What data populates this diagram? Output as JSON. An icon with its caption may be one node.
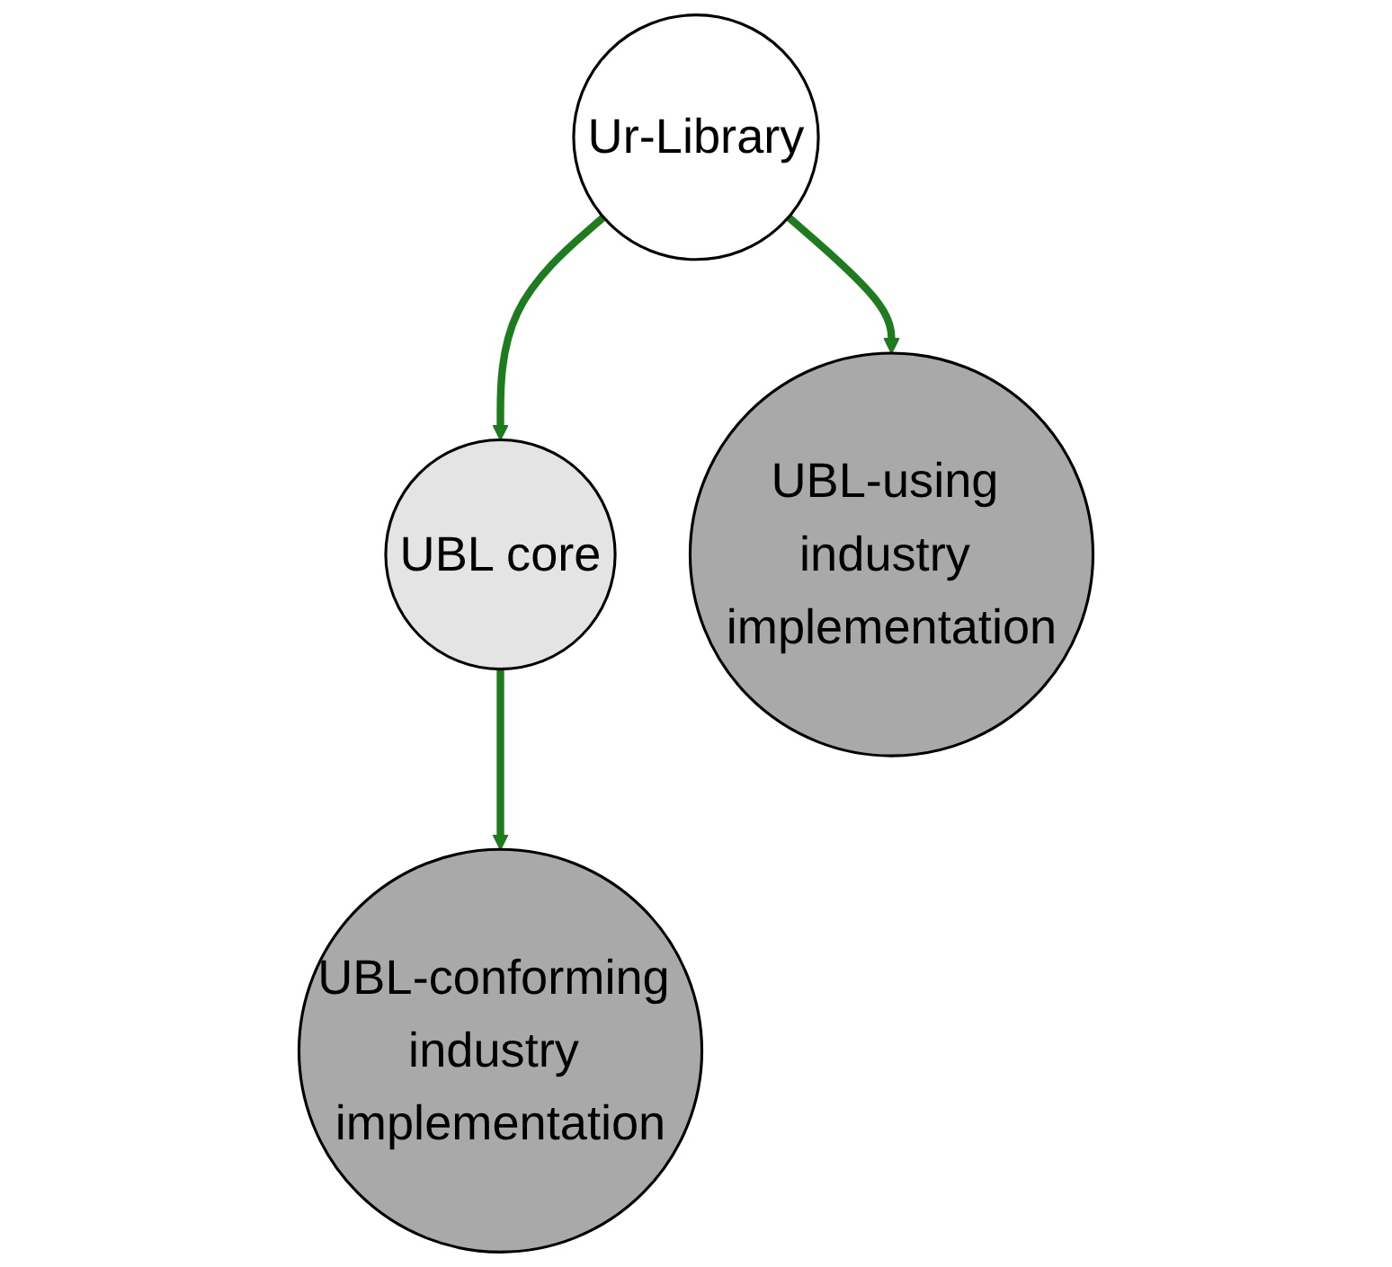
{
  "diagram": {
    "nodes": [
      {
        "text": [
          "Ur-Library"
        ]
      },
      {
        "text": [
          "UBL core"
        ]
      },
      {
        "text": [
          "UBL-using industry implementation"
        ]
      },
      {
        "text": [
          "UBL-conforming industry implementation"
        ]
      }
    ],
    "edges": [
      {
        "from": 0,
        "to": 1,
        "arrow": "to",
        "color": "#1e7b1e"
      },
      {
        "from": 0,
        "to": 2,
        "arrow": "to",
        "color": "#1e7b1e"
      },
      {
        "from": 1,
        "to": 3,
        "arrow": "to",
        "color": "#1e7b1e"
      }
    ]
  }
}
